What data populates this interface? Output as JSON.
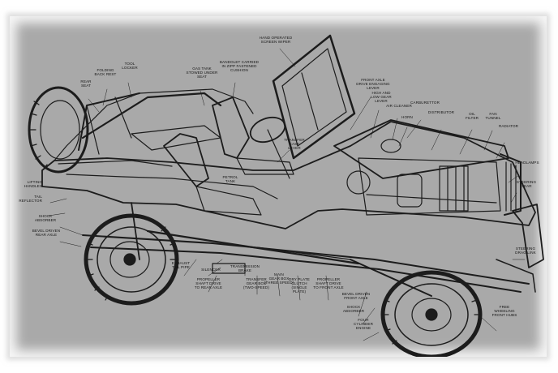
{
  "figure": {
    "colors": {
      "background": "#a9a9a9",
      "ink": "#151515",
      "frame_glow": "#ffffff"
    },
    "labels": {
      "windshield_wipers": "HAND OPERATED\nSCREEN WIPER",
      "folding_back_rest": "FOLDING\nBACK REST",
      "tool_locker": "TOOL\nLOCKER",
      "rear_seat": "REAR\nSEAT",
      "gas_tank": "GAS TANK\nSTOWED UNDER\nSEAT",
      "driver_cushion": "BANDOLET CARRIED\nIN ZIPP FASTENED\nCUSHION",
      "front_axle_lever": "FRONT AXLE\nDRIVE ENGAGING\nLEVER",
      "high_low_lever": "HIGH AND\nLOW GEAR\nLEVER",
      "carburettor": "CARBURETTOR",
      "air_cleaner": "AIR CLEANER",
      "horn": "HORN",
      "distributor": "DISTRIBUTOR",
      "oil_filter": "OIL\nFILTER",
      "fan_tunnel": "FAN\nTUNNEL",
      "radiator": "RADIATOR",
      "headlamps": "HEADLAMPS",
      "steering_gear": "STEERING\nGEAR",
      "steering_drag_link": "STEERING\nDRAG LINK",
      "axle_lever": "TRANSFER\nCASE\nLEVER",
      "lifting_handles": "LIFTING\nHANDLES",
      "reflector": "TAIL\nREFLECTOR",
      "petrol_tank": "PETROL\nTANK",
      "shock_absorber_rear": "SHOCK\nABSORBER",
      "bevel_driven_rear_axle": "BEVEL DRIVEN\nREAR AXLE",
      "exhaust_tail_pipe": "EXHAUST\nTAIL PIPE",
      "silencer": "SILENCER",
      "transmission_brake": "TRANSMISSION\nBRAKE",
      "propeller_shaft_rear": "PROPELLER\nSHAFT DRIVE\nTO REAR AXLE",
      "transfer_case": "TRANSFER\nGEAR BOX\n(TWO-SPEED)",
      "main_gear_box": "MAIN\nGEAR BOX\n(THREE SPEED)",
      "dry_plate_clutch": "DRY PLATE\nCLUTCH\n(SINGLE\nPLATE)",
      "propeller_shaft_front": "PROPELLER\nSHAFT DRIVE\nTO FRONT AXLE",
      "bevel_driven_front_axle": "BEVEL DRIVEN\nFRONT AXLE",
      "shock_absorber_front": "SHOCK\nABSORBER",
      "four_cylinder_engine": "FOUR\nCYLINDER\nENGINE",
      "front_hubs": "FREE\nWHEELING\nFRONT HUBS"
    }
  }
}
